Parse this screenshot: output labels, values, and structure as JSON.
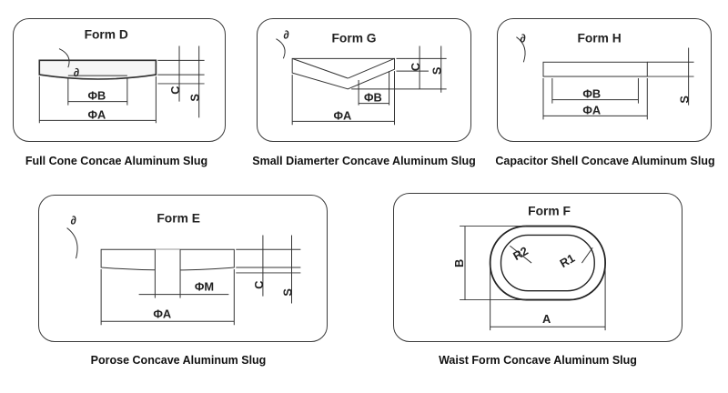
{
  "panels": [
    {
      "form": "Form D",
      "caption": "Full Cone Concae Aluminum Slug",
      "labels": {
        "b": "ΦB",
        "a": "ΦA",
        "c": "C",
        "s": "S",
        "angle": "∂"
      }
    },
    {
      "form": "Form G",
      "caption": "Small Diamerter Concave Aluminum Slug",
      "labels": {
        "b": "ΦB",
        "a": "ΦA",
        "c": "C",
        "s": "S",
        "angle": "∂"
      }
    },
    {
      "form": "Form H",
      "caption": "Capacitor Shell Concave Aluminum Slug",
      "labels": {
        "b": "ΦB",
        "a": "ΦA",
        "s": "S",
        "angle": "∂"
      }
    },
    {
      "form": "Form E",
      "caption": "Porose Concave Aluminum Slug",
      "labels": {
        "m": "ΦM",
        "a": "ΦA",
        "c": "C",
        "s": "S",
        "angle": "∂"
      }
    },
    {
      "form": "Form F",
      "caption": "Waist Form Concave Aluminum Slug",
      "labels": {
        "r2": "R2",
        "r1": "R1",
        "b": "B",
        "a": "A"
      }
    }
  ],
  "colors": {
    "line": "#333333",
    "border": "#3a3a3a",
    "text": "#111111"
  }
}
